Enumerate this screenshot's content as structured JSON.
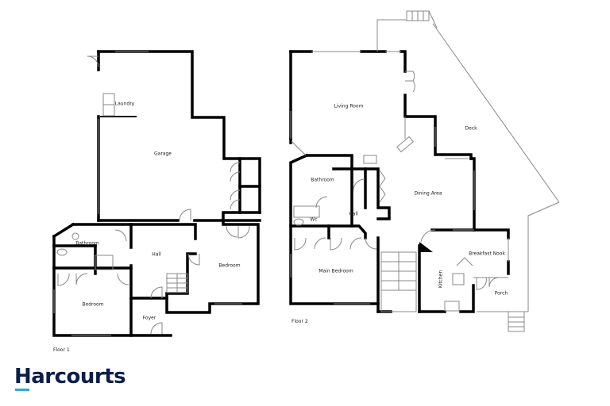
{
  "colors": {
    "wall": "#000000",
    "thin_line": "#888888",
    "brand_navy": "#0b1e4a",
    "brand_accent": "#2aa8e0"
  },
  "floor1": {
    "label": "Floor 1",
    "rooms": {
      "laundry": "Laundry",
      "garage": "Garage",
      "bathroom": "Bathroom",
      "hall": "Hall",
      "bedroom_right": "Bedroom",
      "bedroom_left": "Bedroom",
      "foyer": "Foyer"
    }
  },
  "floor2": {
    "label": "Floor 2",
    "rooms": {
      "living_room": "Living Room",
      "deck": "Deck",
      "bathroom": "Bathroom",
      "dining_area": "Dining Area",
      "wc": "Wc",
      "hall": "Hall",
      "main_bedroom": "Main Bedroom",
      "breakfast_nook": "Breakfast Nook",
      "kitchen": "Kitchen",
      "porch": "Porch"
    }
  },
  "brand": {
    "name": "Harcourts"
  }
}
